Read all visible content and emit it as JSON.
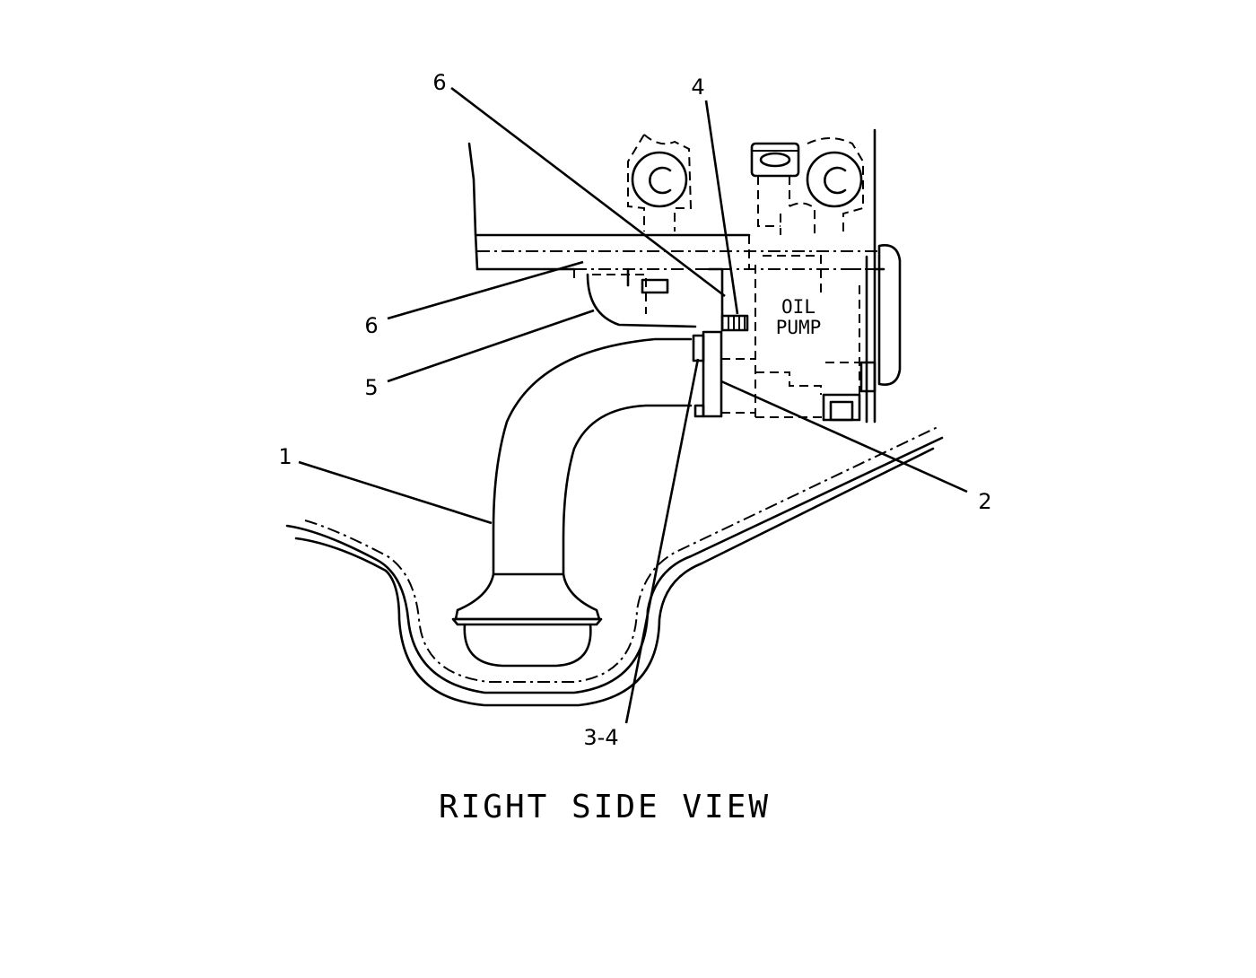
{
  "view_title": "RIGHT SIDE VIEW",
  "component_label": {
    "line1": "OIL",
    "line2": "PUMP"
  },
  "callouts": {
    "c6_top": "6",
    "c4": "4",
    "c6_mid": "6",
    "c5": "5",
    "c1": "1",
    "c2": "2",
    "c3_4": "3-4"
  }
}
